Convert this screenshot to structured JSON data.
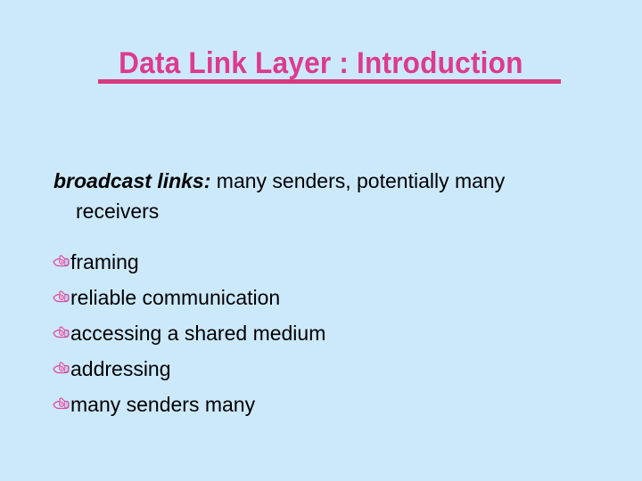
{
  "slide": {
    "background_color": "#cce9fc",
    "title": "Data Link Layer : Introduction",
    "title_color": "#dd3b8c",
    "title_underline_color": "#d6397f",
    "body_text_color": "#000000",
    "bullet_glyph_color": "#e0479b",
    "bullet_icon": "pointing-hand-icon"
  },
  "intro": {
    "lead_term": "broadcast links:",
    "description": " many senders, potentially many receivers"
  },
  "bullets": [
    {
      "label": "framing"
    },
    {
      "label": "reliable communication"
    },
    {
      "label": "accessing a shared medium"
    },
    {
      "label": "addressing"
    },
    {
      "label": "many senders many"
    }
  ]
}
